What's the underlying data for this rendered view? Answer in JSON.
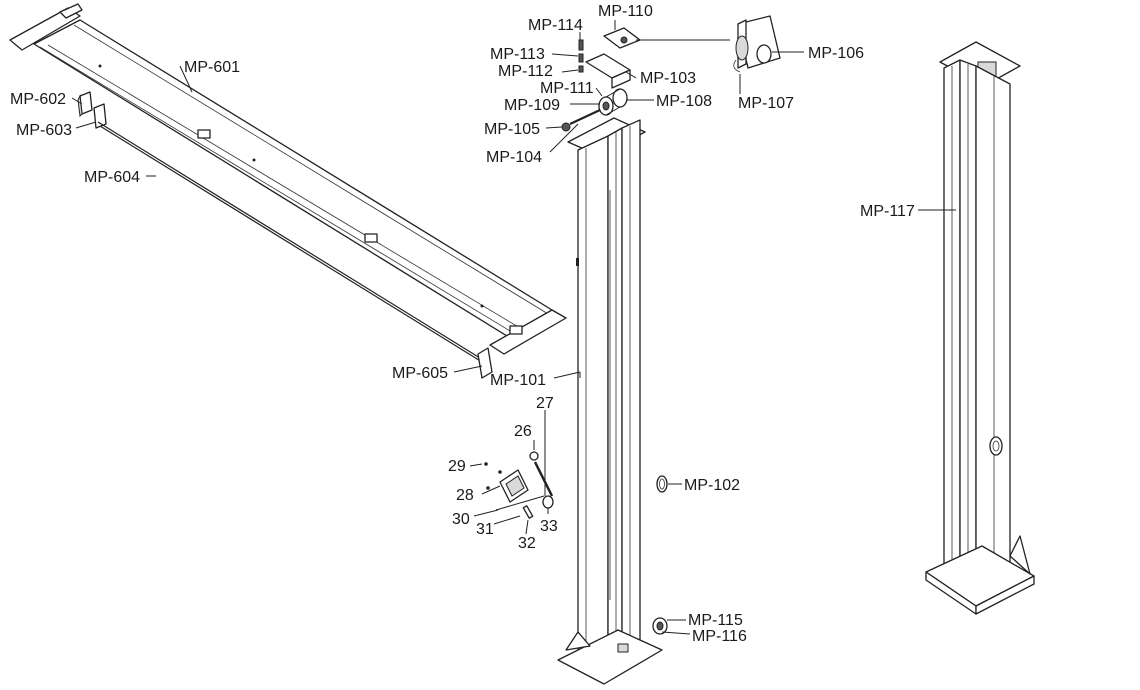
{
  "parts": {
    "mp601": "MP-601",
    "mp602": "MP-602",
    "mp603": "MP-603",
    "mp604": "MP-604",
    "mp605": "MP-605",
    "mp101": "MP-101",
    "mp102": "MP-102",
    "mp103": "MP-103",
    "mp104": "MP-104",
    "mp105": "MP-105",
    "mp106": "MP-106",
    "mp107": "MP-107",
    "mp108": "MP-108",
    "mp109": "MP-109",
    "mp110": "MP-110",
    "mp111": "MP-111",
    "mp112": "MP-112",
    "mp113": "MP-113",
    "mp114": "MP-114",
    "mp115": "MP-115",
    "mp116": "MP-116",
    "mp117": "MP-117",
    "p26": "26",
    "p27": "27",
    "p28": "28",
    "p29": "29",
    "p30": "30",
    "p31": "31",
    "p32": "32",
    "p33": "33"
  }
}
